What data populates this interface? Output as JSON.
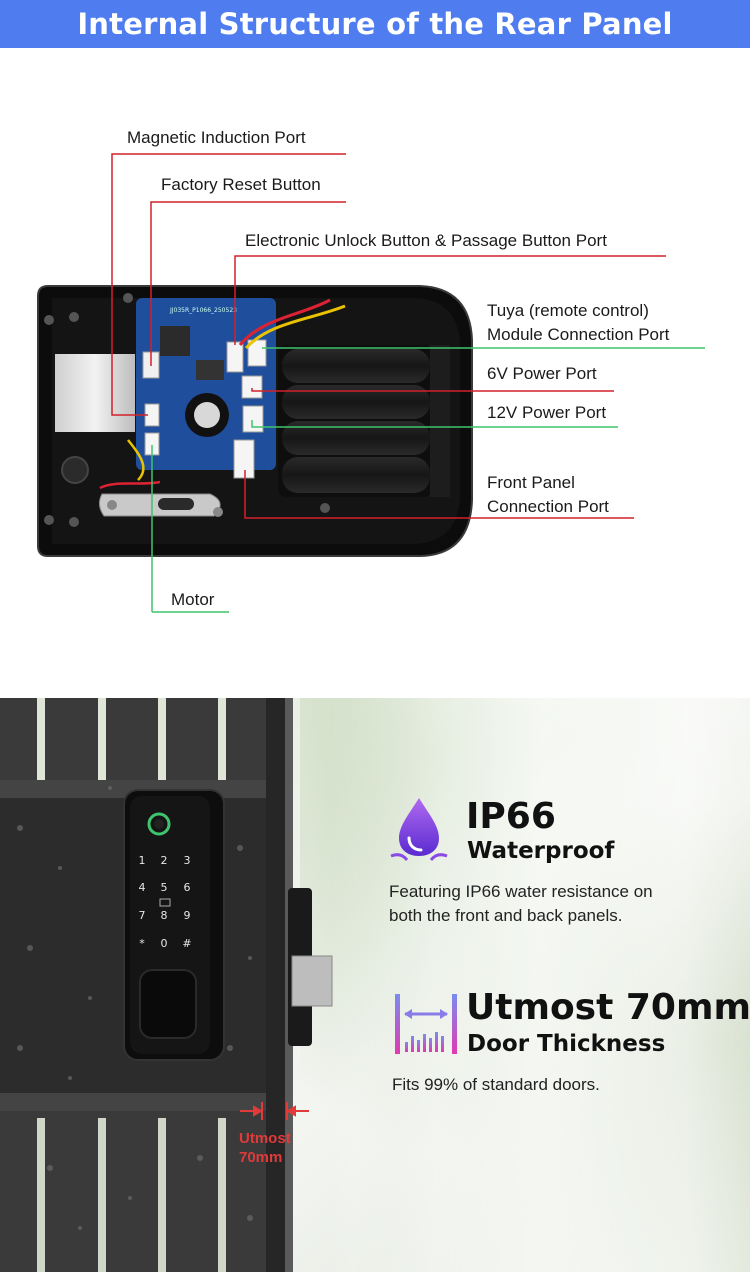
{
  "header": {
    "title": "Internal Structure of the Rear Panel",
    "bg": "#4f7df0"
  },
  "diagram": {
    "labels": [
      "Magnetic Induction Port",
      "Factory Reset Button",
      "Electronic Unlock Button & Passage Button Port",
      "Tuya (remote control)",
      "Module Connection Port",
      "6V Power Port",
      "12V Power Port",
      "Front Panel",
      "Connection Port",
      "Motor"
    ],
    "red_line": "#d4202a",
    "green_line": "#3ec46d"
  },
  "features": {
    "waterproof": {
      "title": "IP66",
      "subtitle": "Waterproof",
      "line1": "Featuring IP66 water resistance on",
      "line2": "both the front and back panels.",
      "icon": "water-drop-icon"
    },
    "thickness": {
      "title": "Utmost 70mm",
      "subtitle": "Door Thickness",
      "desc": "Fits 99% of standard doors.",
      "icon": "width-measure-icon"
    },
    "measure": {
      "line1": "Utmost",
      "line2": "70mm"
    }
  },
  "keypad": [
    "1",
    "2",
    "3",
    "4",
    "5",
    "6",
    "7",
    "8",
    "9",
    "*",
    "0",
    "#"
  ]
}
